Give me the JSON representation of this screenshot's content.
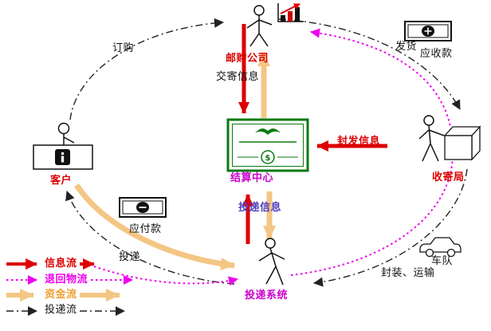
{
  "diagram": {
    "title_hint": "mail-order logistics flow diagram",
    "nodes": {
      "mail_order_company": "邮购公司",
      "settlement_center": "结算中心",
      "customer": "客户",
      "receiving_office": "收寄局",
      "delivery_system": "投递系统"
    },
    "labels": {
      "order": "订购",
      "mailing_info": "交寄信息",
      "ship": "发货",
      "receivable": "应收款",
      "dispatch_info": "封发信息",
      "payable": "应付款",
      "delivery_info": "投递信息",
      "delivery": "投递",
      "fleet": "车队",
      "packing_transport": "封装、运输",
      "seal": "$"
    },
    "legend": [
      {
        "label": "信息流",
        "style": "solid",
        "color": "#dd0000"
      },
      {
        "label": "退回物流",
        "style": "dotted",
        "color": "#ee00ee"
      },
      {
        "label": "资金流",
        "style": "solid-thick",
        "color": "#f4c684"
      },
      {
        "label": "投递流",
        "style": "dash-dot",
        "color": "#222222"
      }
    ],
    "flows": [
      {
        "type": "信息流",
        "from": "邮购公司",
        "to": "结算中心",
        "label": "交寄信息"
      },
      {
        "type": "信息流",
        "from": "收寄局",
        "to": "结算中心",
        "label": "封发信息"
      },
      {
        "type": "信息流",
        "from": "投递系统",
        "to": "结算中心",
        "label": "投递信息"
      },
      {
        "type": "投递流",
        "from": "客户",
        "to": "邮购公司",
        "label": "订购"
      },
      {
        "type": "投递流",
        "from": "邮购公司",
        "to": "收寄局",
        "label": "发货"
      },
      {
        "type": "投递流",
        "from": "收寄局",
        "to": "投递系统",
        "label": "封装、运输"
      },
      {
        "type": "投递流",
        "from": "投递系统",
        "to": "客户",
        "label": "投递"
      },
      {
        "type": "退回物流",
        "from": "客户",
        "to": "投递系统"
      },
      {
        "type": "退回物流",
        "from": "投递系统",
        "to": "邮购公司"
      },
      {
        "type": "资金流",
        "from": "客户",
        "to": "投递系统",
        "label": "应付款"
      },
      {
        "type": "资金流",
        "from": "结算中心",
        "to": "投递系统"
      },
      {
        "type": "资金流",
        "from": "结算中心",
        "to": "邮购公司",
        "label": "应收款"
      }
    ],
    "colors": {
      "info_flow": "#dd0000",
      "return_flow": "#ee00ee",
      "capital_flow": "#f4c684",
      "delivery_flow": "#222222",
      "settlement_green": "#0a7a12"
    }
  }
}
